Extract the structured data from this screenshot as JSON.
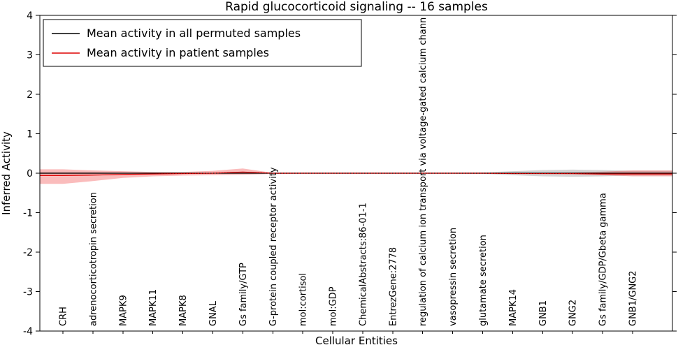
{
  "chart_data": {
    "type": "line",
    "title": "Rapid glucocorticoid signaling -- 16 samples",
    "xlabel": "Cellular Entities",
    "ylabel": "Inferred Activity",
    "ylim": [
      -4,
      4
    ],
    "yticks": [
      -4,
      -3,
      -2,
      -1,
      0,
      1,
      2,
      3,
      4
    ],
    "grid": false,
    "categories": [
      "CRH",
      "adrenocorticotropin secretion",
      "MAPK9",
      "MAPK11",
      "MAPK8",
      "GNAL",
      "Gs family/GTP",
      "G-protein coupled receptor activity",
      "mol:cortisol",
      "mol:GDP",
      "ChemicalAbstracts:86-01-1",
      "EntrezGene:2778",
      "regulation of calcium ion transport via voltage-gated calcium chann",
      "vasopressin secretion",
      "glutamate secretion",
      "MAPK14",
      "GNB1",
      "GNG2",
      "Gs family/GDP/Gbeta gamma",
      "GNB1/GNG2"
    ],
    "legend": {
      "position": "upper left",
      "entries": [
        {
          "label": "Mean activity in all permuted samples",
          "color": "#000000"
        },
        {
          "label": "Mean activity in patient samples",
          "color": "#dd0000"
        }
      ]
    },
    "series": [
      {
        "name": "Mean activity in all permuted samples",
        "color": "#000000",
        "values": [
          0,
          0,
          0,
          0,
          0,
          0,
          0,
          0,
          0,
          0,
          0,
          0,
          0,
          0,
          0,
          0,
          0,
          0,
          0,
          0
        ]
      },
      {
        "name": "Mean activity in patient samples",
        "color": "#dd0000",
        "values": [
          -0.06,
          -0.05,
          -0.03,
          -0.02,
          -0.01,
          0,
          0.03,
          0,
          0,
          0,
          0,
          0,
          0,
          0,
          0,
          -0.01,
          -0.01,
          -0.01,
          -0.02,
          -0.02
        ]
      }
    ],
    "bands": [
      {
        "name": "permuted-samples-range",
        "color": "#888888",
        "opacity": 0.35,
        "upper": [
          0.03,
          0.03,
          0.02,
          0.02,
          0.01,
          0.01,
          0.01,
          0.01,
          0.01,
          0.01,
          0.01,
          0.01,
          0.01,
          0.01,
          0.02,
          0.05,
          0.08,
          0.09,
          0.08,
          0.06
        ],
        "lower": [
          -0.03,
          -0.03,
          -0.02,
          -0.02,
          -0.01,
          -0.01,
          -0.01,
          -0.01,
          -0.01,
          -0.01,
          -0.01,
          -0.01,
          -0.01,
          -0.01,
          -0.02,
          -0.05,
          -0.08,
          -0.09,
          -0.08,
          -0.06
        ]
      },
      {
        "name": "patient-samples-range",
        "color": "#ee2222",
        "opacity": 0.3,
        "upper": [
          0.1,
          0.07,
          0.05,
          0.03,
          0.03,
          0.06,
          0.12,
          0.01,
          0.01,
          0.01,
          0.01,
          0.01,
          0.01,
          0.01,
          0.01,
          0.01,
          0.01,
          0.02,
          0.04,
          0.07
        ],
        "lower": [
          -0.27,
          -0.2,
          -0.12,
          -0.08,
          -0.06,
          -0.05,
          -0.04,
          -0.02,
          -0.01,
          -0.01,
          -0.01,
          -0.01,
          -0.01,
          -0.01,
          -0.01,
          -0.01,
          -0.02,
          -0.03,
          -0.05,
          -0.08
        ]
      }
    ],
    "zero_line": {
      "style": "dotted",
      "color": "#000000",
      "y": 0
    }
  }
}
